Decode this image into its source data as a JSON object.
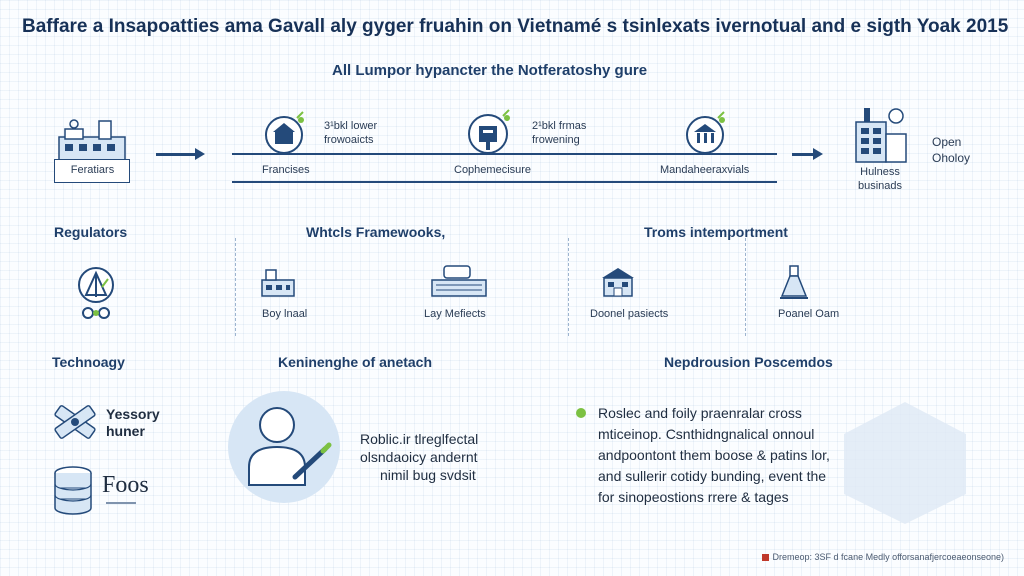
{
  "title": "Baffare a Insapoatties ama Gavall aly gyger fruahin on Vietnamé s tsinlexats ivernotual and e sigth Yoak 2015",
  "subtitle": "All Lumpor hypancter the Notferatoshy gure",
  "flow": {
    "start_label": "Feratiars",
    "nodes": [
      {
        "label": "Francises",
        "note_line1": "3¹bkl lower",
        "note_line2": "frowoaicts"
      },
      {
        "label": "Cophemecisure",
        "note_line1": "2¹bkl frmas",
        "note_line2": "frowening"
      },
      {
        "label": "Mandaheeraxvials"
      }
    ],
    "end_label_line1": "Hulness",
    "end_label_line2": "businads",
    "end_side_line1": "Open",
    "end_side_line2": "Oholoy"
  },
  "sections": {
    "regulators": "Regulators",
    "frameworks": "Whtcls Framewooks,",
    "transport": "Troms intemportment",
    "technology": "Technoagy",
    "keninenghe": "Keninenghe of anetach",
    "nepdrousion": "Nepdrousion Poscemdos"
  },
  "frameworks_items": [
    "Boy lnaal",
    "Lay Mefiects"
  ],
  "transport_items": [
    "Doonel pasiects",
    "Poanel Oam"
  ],
  "technology_items": {
    "yessory_line1": "Yessory",
    "yessory_line2": "huner",
    "foos": "Foos"
  },
  "keninenghe_text": [
    "Roblic.ir tlreglfectal",
    "olsndaoicy andernt",
    "nimil bug svdsit"
  ],
  "nepdrousion_text": [
    "Roslec and foily praenralar cross",
    "mticeinop. Csnthidngnalical onnoul",
    "andpoontont them boose & patins lor,",
    "and sullerir cotidy bunding, event the",
    "for sinopeostions rrere & tages"
  ],
  "footer": "Dremeop: 3SF d fcane Medly offorsanafjercoeaeonseone)",
  "colors": {
    "primary": "#244a7a",
    "accent_green": "#7cc142",
    "icon_bg": "#d7e6f5"
  }
}
